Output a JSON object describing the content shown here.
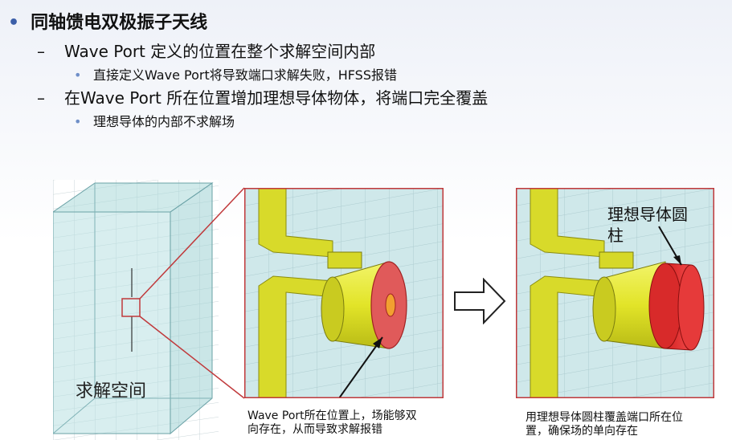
{
  "bullets": {
    "level1": "同轴馈电双极振子天线",
    "item1": "Wave Port 定义的位置在整个求解空间内部",
    "item1_sub": "直接定义Wave Port将导致端口求解失败，HFSS报错",
    "item2": "在Wave Port 所在位置增加理想导体物体，将端口完全覆盖",
    "item2_sub": "理想导体的内部不求解场"
  },
  "figure": {
    "space_label": "求解空间",
    "pec_label_line1": "理想导体圆",
    "pec_label_line2": "柱",
    "caption_left_line1": "Wave Port所在位置上，场能够双",
    "caption_left_line2": "向存在，从而导致求解报错",
    "caption_right_line1": "用理想导体圆柱覆盖端口所在位",
    "caption_right_line2": "置，确保场的单向存在"
  },
  "colors": {
    "bullet_accent": "#3b5ea8",
    "frame_red": "#c0393b",
    "conductor_yellow": "#e8ea2e",
    "port_red": "#e03a3a",
    "grid_bg": "#cfe8ea"
  }
}
